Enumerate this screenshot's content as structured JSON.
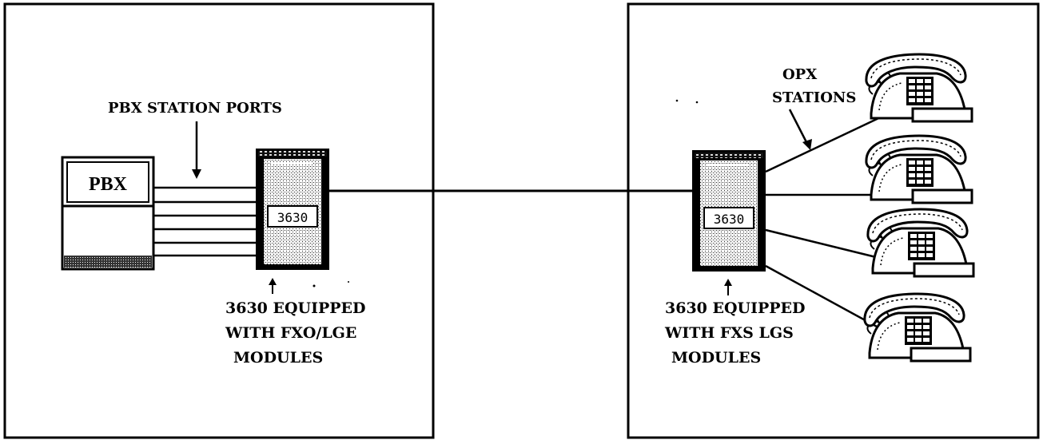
{
  "left_site": {
    "pbx_label": "PBX",
    "ports_label": "PBX STATION PORTS",
    "device_label": "3630",
    "device_caption": [
      "3630 EQUIPPED",
      "WITH FXO/LGE",
      "MODULES"
    ]
  },
  "right_site": {
    "stations_label": [
      "OPX",
      "STATIONS"
    ],
    "device_label": "3630",
    "device_caption": [
      "3630 EQUIPPED",
      "WITH FXS LGS",
      "MODULES"
    ]
  }
}
